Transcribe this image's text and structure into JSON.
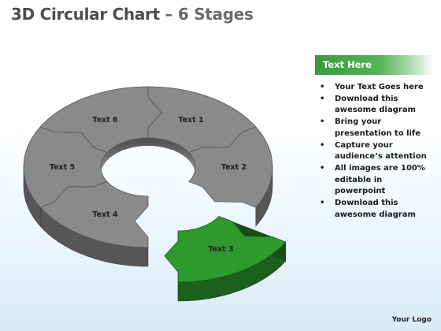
{
  "title": {
    "main": "3D Circular Chart",
    "sub": " – 6 Stages"
  },
  "diagram": {
    "stages": [
      {
        "label": "Text 1",
        "color": "#8a8a8a",
        "highlighted": false
      },
      {
        "label": "Text 2",
        "color": "#8a8a8a",
        "highlighted": false
      },
      {
        "label": "Text 3",
        "color": "#2e9a2e",
        "highlighted": true
      },
      {
        "label": "Text 4",
        "color": "#8a8a8a",
        "highlighted": false
      },
      {
        "label": "Text 5",
        "color": "#8a8a8a",
        "highlighted": false
      },
      {
        "label": "Text 6",
        "color": "#8a8a8a",
        "highlighted": false
      }
    ]
  },
  "panel": {
    "header": "Text Here",
    "accent": "#44a644",
    "items": [
      "Your Text Goes here",
      "Download this awesome diagram",
      "Bring your presentation to life",
      "Capture your audience’s attention",
      "All images are 100% editable in powerpoint",
      "Download this awesome diagram"
    ]
  },
  "logo": "Your Logo"
}
